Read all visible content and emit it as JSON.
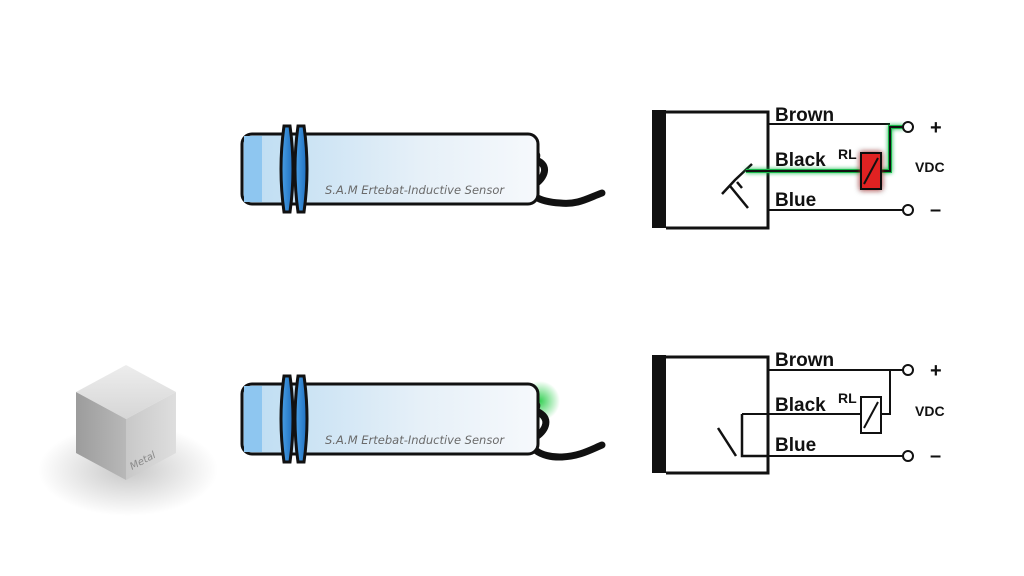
{
  "colors": {
    "wire": "#111111",
    "active_path": "#18b848",
    "relay_active": "#e02020",
    "sensor_cap": "#2f86d6",
    "indicator_glow": "#22cc44"
  },
  "top_state": {
    "sensor": {
      "label": "S.A.M Ertebat-Inductive Sensor"
    },
    "schematic": {
      "brown": "Brown",
      "black": "Black",
      "blue": "Blue",
      "relay": "RL",
      "plus": "+",
      "minus": "–",
      "vdc": "VDC"
    }
  },
  "bottom_state": {
    "metal_target": {
      "label": "Metal"
    },
    "sensor": {
      "label": "S.A.M Ertebat-Inductive Sensor"
    },
    "schematic": {
      "brown": "Brown",
      "black": "Black",
      "blue": "Blue",
      "relay": "RL",
      "plus": "+",
      "minus": "–",
      "vdc": "VDC"
    }
  }
}
